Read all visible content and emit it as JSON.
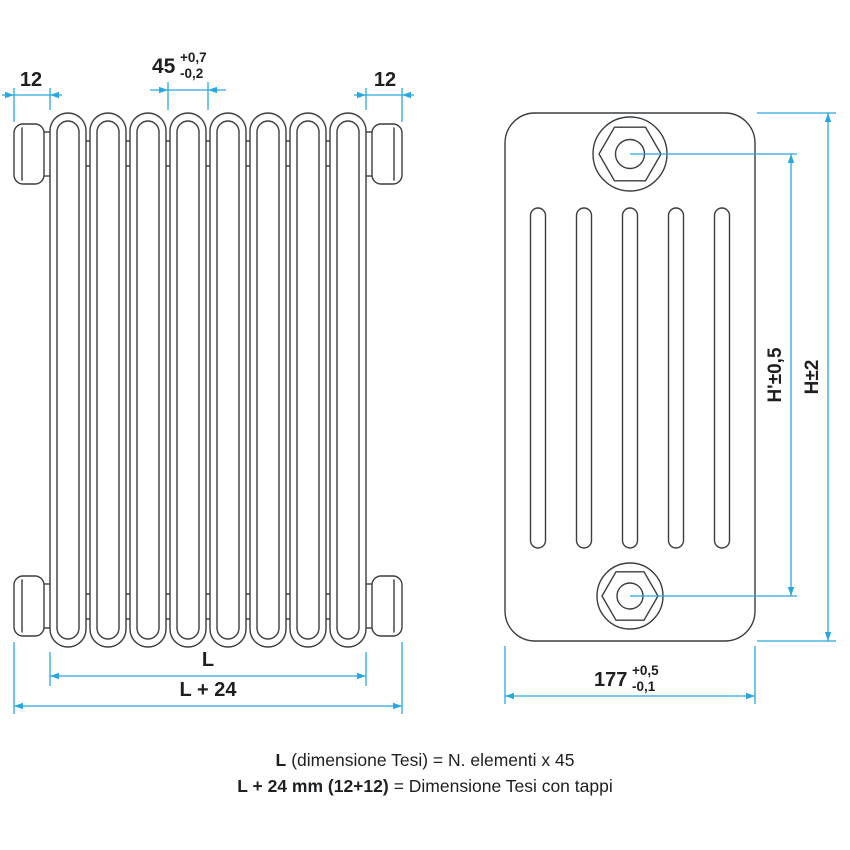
{
  "colors": {
    "dimension": "#29a8e0",
    "outline": "#3a3e41",
    "text": "#1d1f21"
  },
  "front_view": {
    "cap_left_dim": "12",
    "cap_right_dim": "12",
    "element_width_dim": "45",
    "element_width_tol_plus": "+0,7",
    "element_width_tol_minus": "-0,2",
    "length_dim": "L",
    "length_with_caps_dim": "L + 24"
  },
  "side_view": {
    "axis_distance_dim": "H'±0,5",
    "height_dim": "H±2",
    "depth_dim": "177",
    "depth_tol_plus": "+0,5",
    "depth_tol_minus": "-0,1"
  },
  "legend": {
    "line1": {
      "term": "L",
      "definition": "(dimensione Tesi) = N. elementi x 45"
    },
    "line2": {
      "term": "L + 24 mm (12+12)",
      "definition": "= Dimensione Tesi con tappi"
    }
  }
}
